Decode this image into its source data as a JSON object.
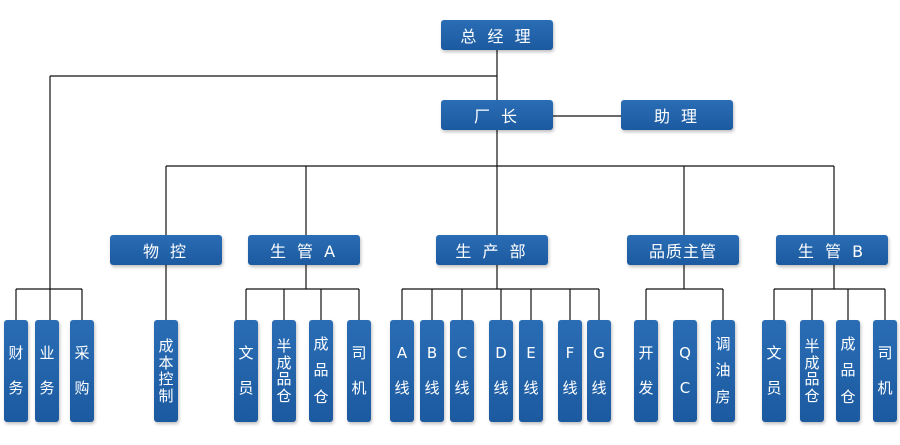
{
  "org_chart": {
    "top": "总 经 理",
    "factory_head": "厂 长",
    "assistant": "助 理",
    "finance": "财务",
    "business": "业务",
    "purchasing": "采购",
    "departments": {
      "material_control": {
        "label": "物 控",
        "units": [
          "成本控制"
        ]
      },
      "production_mgr_a": {
        "label": "生 管 A",
        "units": [
          "文员",
          "半成品仓",
          "成品仓",
          "司机"
        ]
      },
      "production_dept": {
        "label": "生 产 部",
        "units": [
          "A线",
          "B线",
          "C线",
          "D线",
          "E线",
          "F线",
          "G线"
        ]
      },
      "quality_mgr": {
        "label": "品质主管",
        "units": [
          "开发",
          "QC",
          "调油房"
        ]
      },
      "production_mgr_b": {
        "label": "生 管 B",
        "units": [
          "文员",
          "半成品仓",
          "成品仓",
          "司机"
        ]
      }
    }
  }
}
